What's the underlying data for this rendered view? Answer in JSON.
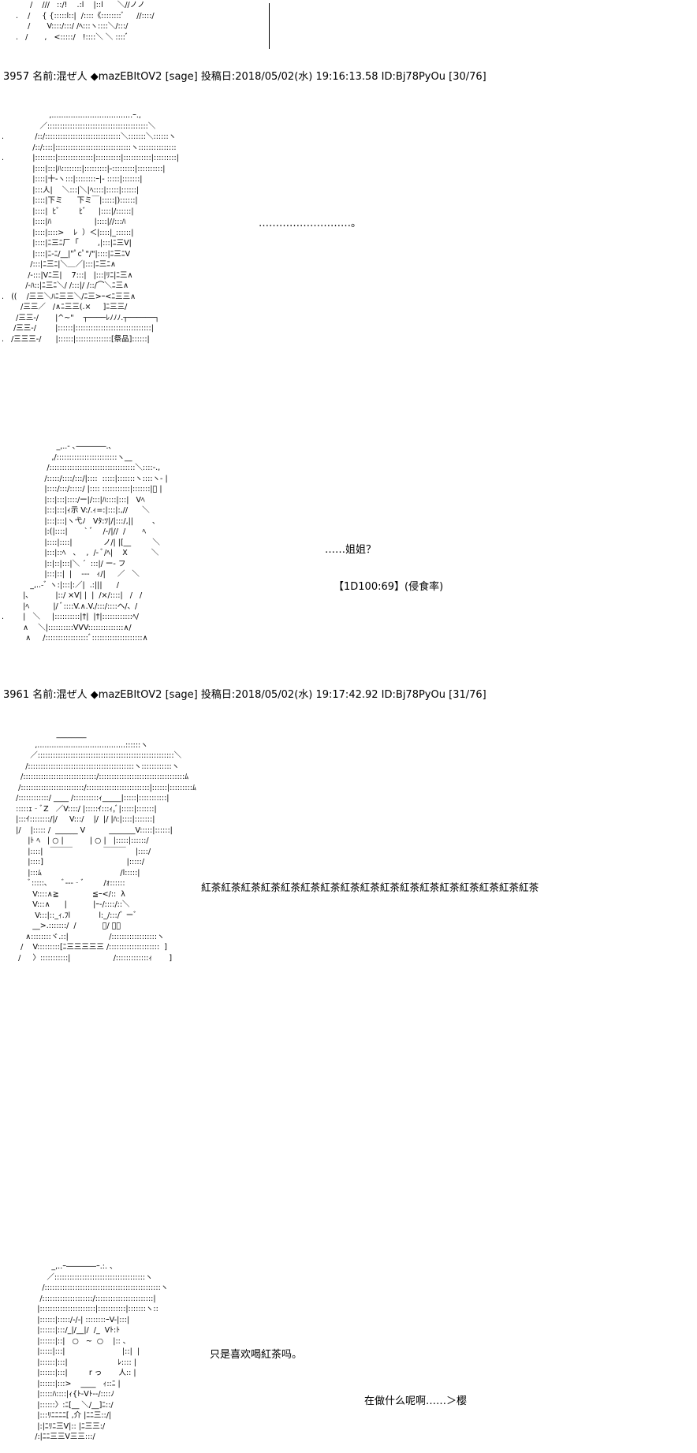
{
  "top_fragment": "      /    ///   ::/!    .:l    |::l      ＼//ノノ\n.    /     { {:::::l::|  /::::《::::::::ﾞ     //::::/\n     /       V::::/:::/ /ﾍ:::ヽ::::＼/:::/\n.   /       ,   <:::::/   !::::＼ ＼ ::::ﾞ",
  "posts": [
    {
      "number": "3957",
      "name_label": "名前:",
      "name": "混ぜ人 ◆mazEBItOV2",
      "mail": "[sage]",
      "date_label": "投稿日:",
      "date": "2018/05/02(水) 19:16:13.58",
      "id": "ID:Bj78PyOu",
      "count": "[30/76]"
    },
    {
      "number": "3961",
      "name_label": "名前:",
      "name": "混ぜ人 ◆mazEBItOV2",
      "mail": "[sage]",
      "date_label": "投稿日:",
      "date": "2018/05/02(水) 19:17:42.92",
      "id": "ID:Bj78PyOu",
      "count": "[31/76]"
    }
  ],
  "art": {
    "a1": "                    ,..................................ｰ.,\n                ／::::::::::::::::::::::::::::::::::::::::＼\n.             /::/::::::::::::::::::::::::::::::＼:::::::＼::::::ヽ\n             /::/::::|::::::::::::::::::::::::::::::ヽ:::::::::::::::\n.            |::::::::|::::::::::::::|::::::::::|:::::::::::|:::::::::|\n             |::::|:::|ﾊ::::::::|:::::::::|-:::::::::|::::::::::|\n             |::::|十‐ヽ:::|::::::::ｰ|‐ :::::|:::::::|\n             |:::人|    ＼:::|＼|ﾍ::::|:::::|::::::|\n             |::::|下ミ      下ミ￣|:::::|)::::::|\n             |::::|  ﾋﾞ        ﾋﾞ     |::::|/::::::|\n             |::::|ﾊ                  |::::|//:::ﾊ\n             |::::|::::>    ﾚ  ）＜|::::|_::::::|\n             |::::|ﾆ三ﾆ厂  ｢        ,|:::|ﾆ三V|\n             |::::|ﾆ-ﾆ/__|\"ﾟcﾟ\"/\"|::::|ﾆ三ﾆV\n            /:::|ﾆ三ﾆ|＼＿／|:::|ﾆ三ﾆ∧\n           /-:::|Vﾆ三|    7:::|   |:::|ﾘﾆ|ﾆ三∧\n          /-ﾊ::|ﾆ三ﾆ＼/ /:::|/ /::/⌒＼ﾆ三∧\n.   ((    /三三＼ﾊﾆ三三＼/ﾆ三>ｰ<ﾆ三三∧\n        /三三／   /∧ﾆ三三(.×     ]ﾆ三三/\n      /三三-/       |^~\"    ┬────ﾚﾉﾉﾉ.┬──────┐\n     /三三-/        |::::::|::::::::::::::::::::::::::::::|\n.   /三三三-/      |::::::|::::::::::::::[祭品]::::::|",
    "a2": "                       _,..- ､――――.､\n                     ,/::::::::::::::::::::::::ヽ__\n                   /::::::::::::::::::::::::::::::::::＼::::-.,\n                  /:::::/::::/:::/|::::  :::::|:::::::ヽ::::ヽ- |\n                  |::::/:::/:::::/ |:::: :::::::::::|:::::::|ﾞ |\n                  |:::|:::|::::/ー|/:::|ﾊ::::|:::|   Vﾍ\n                  |:::|:::|ｨ示 V:/.ｨ=:|:::|:,//      ＼\n                  |:::|:::|ヽ弋ﾉ   Vﾀ:ﾂ|/|:::/,||        ､\n                  |:(|::::|       ` ﾞ    /-/|//  /       ﾍ\n                  |::::|::::|             ノ/| |[__         ＼\n                  |:::|::ﾍ   ､    ,  /- ﾞ/ﾍ|    X          ＼\n                  |::|::|:::|＼ ´  :::|/ ー‐ フ\n                  |:::|::|  |    -‐‐   ｨ/|     ／   ＼\n            _,..-ﾞ ヽ:|:::|:／|  .:|||      /\n         |､           |::/ ×V| |  |  /×/::::|   /   /\n         |ﾍ          |/ ﾞ::::V.∧.V./:::/::::ヘ/、/\n.        |   ＼     |::::::::::|†|  |†|::::::::::::ﾍ/\n         ∧    ＼|::::::::::VVV::::::::::::::∧/\n          ∧     /:::::::::::::::::ﾞ::::::::::::::::::::∧",
    "a3": "                       ________\n              ,.....................................::::::ヽ\n            ／::::::::::::::::::::::::::::::::::::::::::::::::::::::＼\n          /::::::::::::::::::::::::::::::::::::::::::ヽ::::::::::::ヽ\n        /:::::::::::::::::::::::::::::/::::::::::::::::::::::::::::::::::ﾑ\n       /:::::::::::::::::::::::::/:::::::::::::::::::::::::|::::::|:::::::::ﾑ\n      /::::::::::::/ ____ /::::::::::ｨ_____|:::::|:::::::::::|\n      :::::ｪ‐ﾞZ   ／V::::/ |:::::ｲ:::ｨ,ﾞ|:::::|:::::::|\n      |:::ｲ::::::::/|/     V:::/    |/  |/ |ﾊ:|::::|:::::::|\n      |/    |::::: /  ______ V          _______V:::::|::::::|\n           |ﾄ ﾍ   | ○ |           | ○ |   |:::::|::::::/\n           |::::|   ￣￣￣             ￣￣￣    |::::/\n           |::::]                                   |:::::/\n           |:::ﾑ                                 /l:::::|\n           ﾞ:::::､      ﾞ‐‐‐‐ﾞ        /ｫ::::::\n             V::::∧≧              ≦ｰ</::  λ\n             V:::∧      |           |ｰ-/::::/::＼\n              V:::|::_ｨ.ﾌl            l:_/:::/ﾞ ーﾞ\n             __>.:::::::/  /           ﾞ/ ＿ー\n          ∧::::::::ヾ.::|                 /::::::::::::::::::ヽ\n        /    V:::::::::[ﾆ三三三三三 /::::::::::::::::::::  ]\n       /     〉:::::::::::|                  /:::::::::::::ｨ       ]",
    "a4": "                     _,..ｰ――――ｰ.:. 、\n                   ／::::::::::::::::::::::::::::::::::::ヽ\n                 /::::::::::::::::::::::::::::::::::::::::::::::ヽ\n                /::::::::::::::::::::/:::::::::::::::::::::::|\n               |::::::::::::::::::::::|:::::::::::|:::::::ヽ::\n               |::::::|:::::/-/-| ::::::::ｰV-|:::|\n               |::::::|:::/_|/__|/  /_  Vﾄ:ﾄ\n               |::::::|::|   ○   ~  ○    |:: ､\n               |:::::|:::|                        |::|  |\n               |::::::|:::|                     ﾚ:::: |\n               |::::::|:::|         r っ       人:: |\n               |::::::|:::>    ____   ｨ::ﾆ |\n               |:::::ﾊ::::|ｨ{ﾄ‐Vﾄ‐‐/::::ﾉ\n               |::::::〉:ﾆ[__ ＼/__]ﾆ::/\n               |:::ﾘﾆﾆﾆﾆ[ ,介 |ﾆﾆ三::/|\n               |:|ﾆﾘﾆ三V|:: |ﾆ三三:/\n              /:|ﾆﾆ三三V三三:::/"
  },
  "speech": {
    "s1": "………………………。",
    "s2": "……姐姐？",
    "s3": "【1D100:69】(侵食率)",
    "s4": "紅茶紅茶紅茶紅茶紅茶紅茶紅茶紅茶紅茶紅茶紅茶紅茶紅茶紅茶紅茶紅茶紅茶",
    "s5": "只是喜欢喝紅茶吗。",
    "s6": "在做什么呢啊……＞樱"
  }
}
